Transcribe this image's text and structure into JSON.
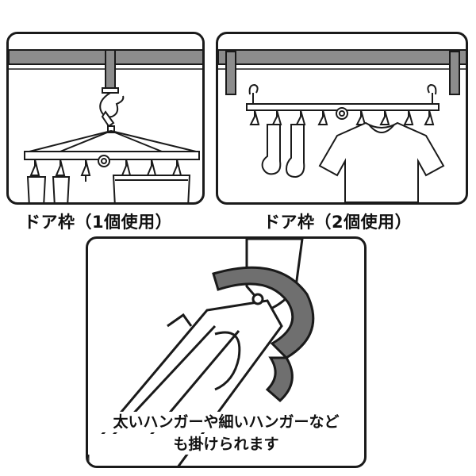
{
  "captions": {
    "single_use": "ドア枠（1個使用）",
    "double_use": "ドア枠（2個使用）"
  },
  "detail_text": {
    "line1": "太いハンガーや細いハンガーなど",
    "line2": "も掛けられます"
  },
  "colors": {
    "outline": "#1a1a1a",
    "door_frame": "#8c8c8c",
    "hanger_dark": "#6f6f6f",
    "background": "#ffffff"
  }
}
